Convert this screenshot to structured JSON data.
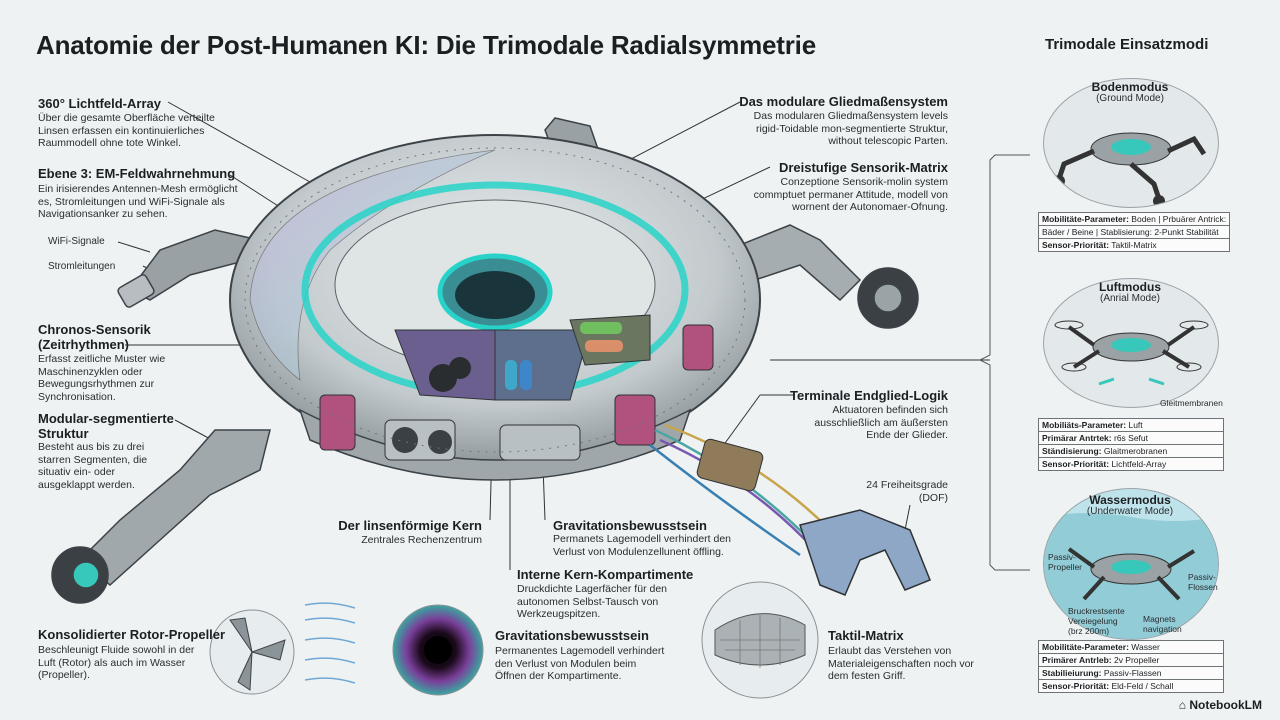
{
  "title": "Anatomie der Post-Humanen KI: Die Trimodale Radialsymmetrie",
  "left": [
    {
      "label": "360° Lichtfeld-Array",
      "text": [
        "Über die gesamte Oberfläche verteilte",
        "Linsen erfassen ein kontinuierliches",
        "Raummodell ohne tote Winkel."
      ]
    },
    {
      "label": "Ebene 3: EM-Feldwahrnehmung",
      "text": [
        "Ein irisierendes Antennen-Mesh ermöglicht",
        "es, Stromleitungen und WiFi-Signale als",
        "Navigationsanker zu sehen."
      ]
    },
    {
      "label": "Chronos-Sensorik (Zeitrhythmen)",
      "text": [
        "Erfasst zeitliche Muster wie",
        "Maschinenzyklen oder",
        "Bewegungsrhythmen zur",
        "Synchronisation."
      ]
    },
    {
      "label": "Modular-segmentierte Struktur",
      "text": [
        "Besteht aus bis zu drei",
        "starren Segmenten, die",
        "situativ ein- oder",
        "ausgeklappt werden."
      ]
    },
    {
      "label": "Konsolidierter Rotor-Propeller",
      "text": [
        "Beschleunigt Fluide sowohl in der",
        "Luft (Rotor) als auch im Wasser",
        "(Propeller)."
      ]
    }
  ],
  "sublabels": {
    "wifi": "WiFi-Signale",
    "strom": "Stromleitungen"
  },
  "right": [
    {
      "label": "Das modulare Gliedmaßensystem",
      "text": [
        "Das modularen Gliedmaßensystem levels",
        "rigid-Toidable mon-segmentierte Struktur,",
        "without telescopic Parten."
      ]
    },
    {
      "label": "Dreistufige Sensorik-Matrix",
      "text": [
        "Conzeptione Sensorik-molin system",
        "commptuet permaner Attitude, modell von",
        "wornent der Autonomaer-Ofnung."
      ]
    },
    {
      "label": "Terminale Endglied-Logik",
      "text": [
        "Aktuatoren befinden sich",
        "ausschließlich am äußersten",
        "Ende der Glieder."
      ]
    }
  ],
  "dof": [
    "24 Freiheitsgrade",
    "(DOF)"
  ],
  "center": [
    {
      "label": "Der linsenförmige Kern",
      "text": [
        "Zentrales Rechenzentrum"
      ]
    },
    {
      "label": "Gravitationsbewusstsein",
      "text": [
        "Permanets Lagemodell verhindert den",
        "Verlust von Modulenzellunent öffling."
      ]
    },
    {
      "label": "Interne Kern-Kompartimente",
      "text": [
        "Druckdichte Lagerfächer für den",
        "autonomen Selbst-Tausch von",
        "Werkzeugspitzen."
      ]
    },
    {
      "label": "Gravitationsbewusstsein",
      "text": [
        "Permanentes Lagemodell verhindert",
        "den Verlust von Modulen beim",
        "Öffnen der Kompartimente."
      ]
    },
    {
      "label": "Taktil-Matrix",
      "text": [
        "Erlaubt das Verstehen von",
        "Materialeigenschaften noch vor",
        "dem festen Griff."
      ]
    }
  ],
  "panel": {
    "title": "Trimodale Einsatzmodi",
    "modes": [
      {
        "name": "Bodenmodus",
        "sub": "(Ground Mode)",
        "rows": [
          [
            "Mobilitäte-Parameter:",
            "Boden | Prbuärer Antrick:"
          ],
          [
            "Bäder / Beine |",
            "Stablisierung: 2-Punkt Stabilität"
          ],
          [
            "Sensor-Priorität:",
            "Taktil-Matrix"
          ]
        ]
      },
      {
        "name": "Luftmodus",
        "sub": "(Anrial Mode)",
        "note": "Gleitmembranen",
        "rows": [
          [
            "Mobiliäts-Parameter:",
            "Luft"
          ],
          [
            "Primärar Antrtek:",
            "r6s Sefut"
          ],
          [
            "Ständisierung:",
            "Glaitmerobranen"
          ],
          [
            "Sensor-Priorität:",
            "Lichtfeld-Array"
          ]
        ]
      },
      {
        "name": "Wassermodus",
        "sub": "(Underwater Mode)",
        "notes": [
          "Passiv-",
          "Propeller",
          "Passiv-",
          "Flossen",
          "Bruckrestsente",
          "Vereiegelung",
          "(brz 200m)",
          "Magnets",
          "navigation"
        ],
        "rows": [
          [
            "Mobilitäte-Parameter:",
            "Wasser"
          ],
          [
            "Primärer Antrleb:",
            "2v Propeller"
          ],
          [
            "Stabilieiurung:",
            "Passiv-Flassen"
          ],
          [
            "Sensor-Priorität:",
            "Eld-Feld / Schall"
          ]
        ]
      }
    ]
  },
  "brand": "NotebookLM",
  "colors": {
    "background": "#eef2f3",
    "glow": "#27d3c8",
    "hull": "#c9cfd2",
    "accent_pink": "#b1527e"
  }
}
